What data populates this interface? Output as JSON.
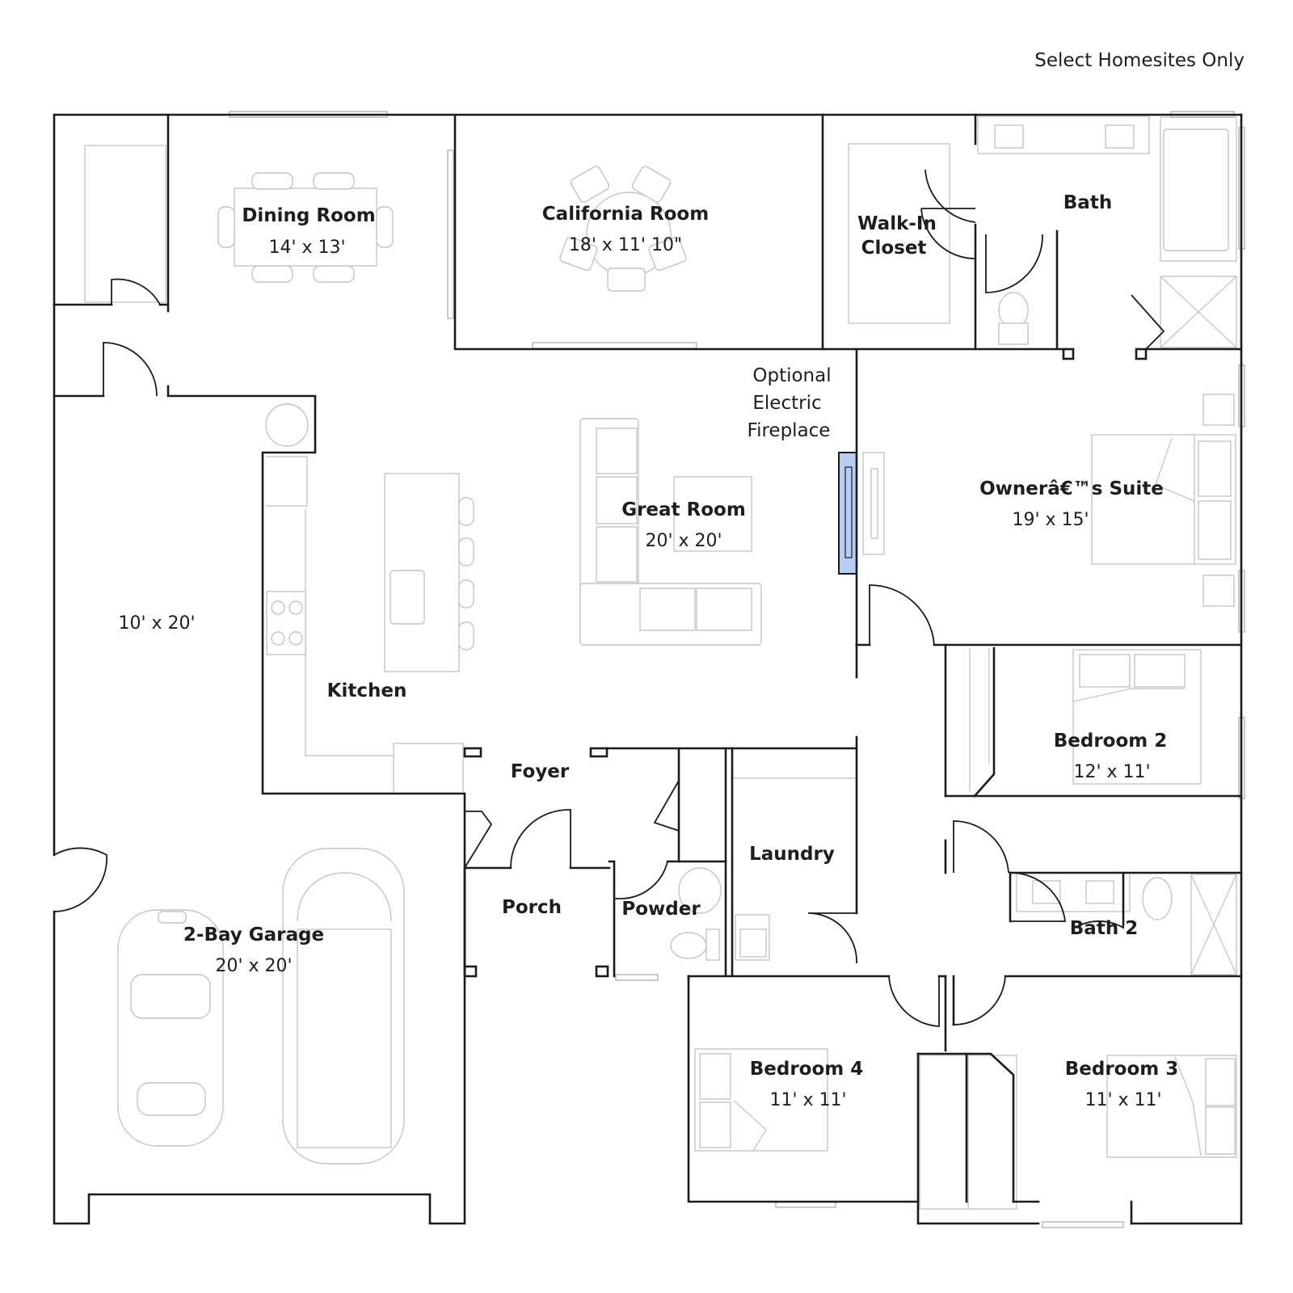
{
  "header": {
    "note": "Select Homesites Only"
  },
  "rooms": {
    "dining_room": {
      "name": "Dining Room",
      "size": "14' x 13'"
    },
    "california_room": {
      "name": "California Room",
      "size": "18' x 11' 10\""
    },
    "walk_in_closet": {
      "name_line1": "Walk-In",
      "name_line2": "Closet"
    },
    "bath": {
      "name": "Bath"
    },
    "fireplace": {
      "line1": "Optional",
      "line2": "Electric",
      "line3": "Fireplace"
    },
    "owners_suite": {
      "name": "Ownerâ€™s Suite",
      "size": "19' x 15'"
    },
    "great_room": {
      "name": "Great Room",
      "size": "20' x 20'"
    },
    "storage": {
      "size": "10' x 20'"
    },
    "kitchen": {
      "name": "Kitchen"
    },
    "bedroom_2": {
      "name": "Bedroom 2",
      "size": "12' x 11'"
    },
    "foyer": {
      "name": "Foyer"
    },
    "laundry": {
      "name": "Laundry"
    },
    "porch": {
      "name": "Porch"
    },
    "powder": {
      "name": "Powder"
    },
    "bath_2": {
      "name": "Bath 2"
    },
    "garage": {
      "name": "2-Bay Garage",
      "size": "20' x 20'"
    },
    "bedroom_4": {
      "name": "Bedroom 4",
      "size": "11' x 11'"
    },
    "bedroom_3": {
      "name": "Bedroom 3",
      "size": "11' x 11'"
    }
  },
  "colors": {
    "wall": "#1b1b1b",
    "fixture": "#c4c4c4",
    "fireplace": "#b8cdf2"
  }
}
